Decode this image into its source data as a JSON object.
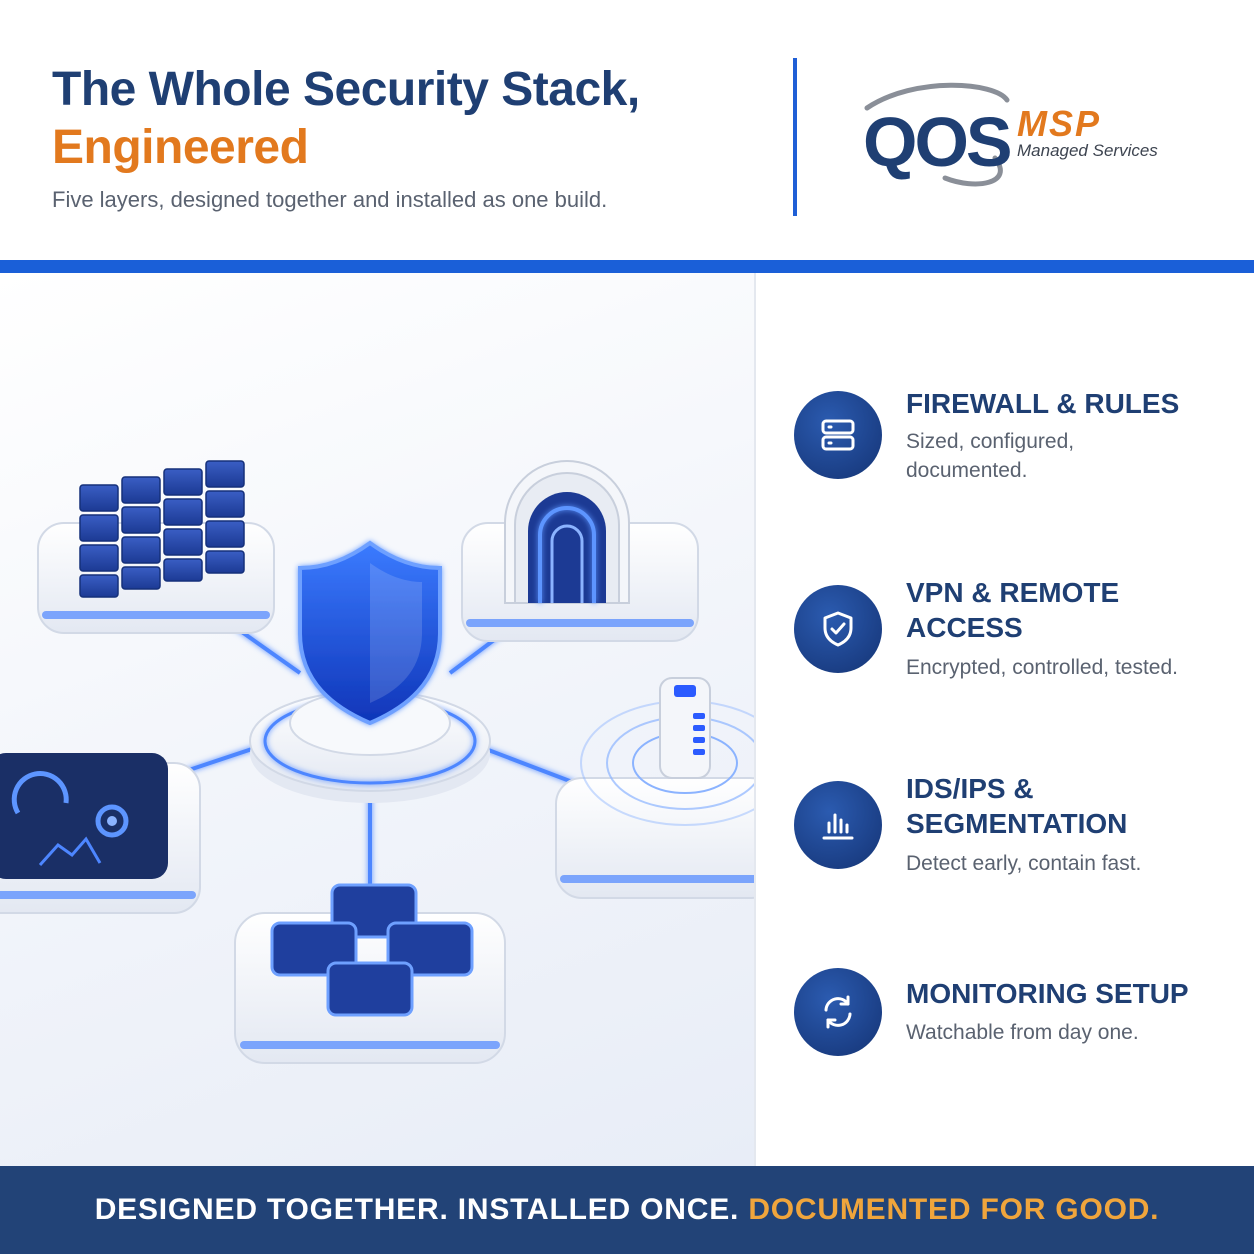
{
  "header": {
    "title_line1": "The Whole Security Stack,",
    "title_line2": "Engineered",
    "subtitle": "Five layers, designed together and installed as one build."
  },
  "logo": {
    "brand": "QOS",
    "product": "MSP",
    "tagline": "Managed Services",
    "colors": {
      "navy": "#1f3f73",
      "orange": "#e2791e",
      "swoosh": "#8a8f98"
    }
  },
  "features": [
    {
      "icon": "server-icon",
      "title_lines": [
        "FIREWALL & RULES"
      ],
      "desc_lines": [
        "Sized, configured,",
        "documented."
      ]
    },
    {
      "icon": "shield-check-icon",
      "title_lines": [
        "VPN & REMOTE",
        "ACCESS"
      ],
      "desc_lines": [
        "Encrypted, controlled, tested."
      ]
    },
    {
      "icon": "bar-chart-icon",
      "title_lines": [
        "IDS/IPS &",
        "SEGMENTATION"
      ],
      "desc_lines": [
        "Detect early, contain fast."
      ]
    },
    {
      "icon": "refresh-icon",
      "title_lines": [
        "MONITORING SETUP"
      ],
      "desc_lines": [
        "Watchable from day one."
      ]
    }
  ],
  "footer": {
    "part_white": "DESIGNED TOGETHER. INSTALLED ONCE.",
    "part_orange": "DOCUMENTED FOR GOOD."
  },
  "colors": {
    "navy": "#1f3f73",
    "accent_blue": "#1a5fd8",
    "orange": "#e2791e",
    "footer_bg": "#224377",
    "footer_orange": "#f0a53c"
  }
}
